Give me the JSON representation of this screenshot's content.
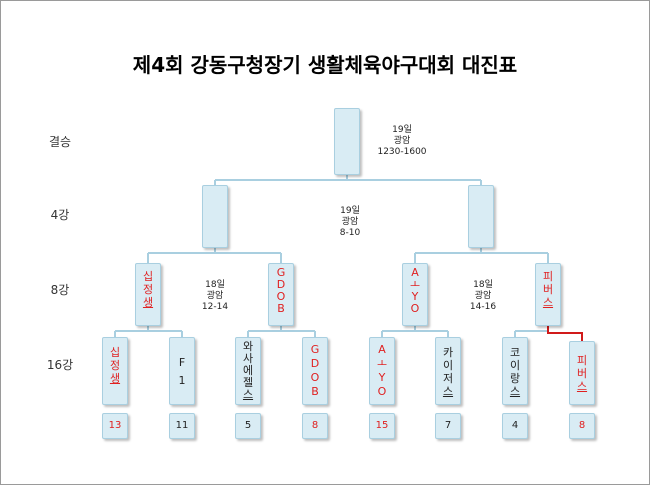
{
  "title": "제4회 강동구청장기 생활체육야구대회 대진표",
  "rounds": {
    "final": "결승",
    "semi": "4강",
    "quarter": "8강",
    "r16": "16강"
  },
  "final_info": [
    "19일",
    "광암",
    "1230-1600"
  ],
  "semi_info": [
    "19일",
    "광암",
    "8-10"
  ],
  "quarter_left_info": [
    "18일",
    "광암",
    "12-14"
  ],
  "quarter_right_info": [
    "18일",
    "광암",
    "14-16"
  ],
  "quarter_teams": [
    {
      "chars": [
        "십",
        "정",
        "생"
      ],
      "color": "#e02020"
    },
    {
      "chars": [
        "G",
        "D",
        "O",
        "B"
      ],
      "color": "#e02020"
    },
    {
      "chars": [
        "A",
        "ㅗ",
        "Y",
        "O"
      ],
      "color": "#e02020"
    },
    {
      "chars": [
        "피",
        "버",
        "스"
      ],
      "color": "#e02020"
    }
  ],
  "r16_teams": [
    {
      "chars": [
        "십",
        "정",
        "생"
      ],
      "color": "#e02020",
      "seed": "13"
    },
    {
      "chars": [
        "F",
        "1"
      ],
      "color": "#222222",
      "seed": "11"
    },
    {
      "chars": [
        "와",
        "사",
        "에",
        "젤",
        "스"
      ],
      "color": "#222222",
      "seed": "5"
    },
    {
      "chars": [
        "G",
        "D",
        "O",
        "B"
      ],
      "color": "#e02020",
      "seed": "8"
    },
    {
      "chars": [
        "A",
        "ㅗ",
        "Y",
        "O"
      ],
      "color": "#e02020",
      "seed": "15"
    },
    {
      "chars": [
        "카",
        "이",
        "저",
        "스"
      ],
      "color": "#222222",
      "seed": "7"
    },
    {
      "chars": [
        "코",
        "이",
        "랑",
        "스"
      ],
      "color": "#222222",
      "seed": "4"
    },
    {
      "chars": [
        "피",
        "버",
        "스"
      ],
      "color": "#e02020",
      "seed": "8"
    }
  ],
  "colors": {
    "winner": "#e02020",
    "normal": "#222222",
    "line": "#a9cfe0",
    "win_line": "#d11a1a"
  }
}
